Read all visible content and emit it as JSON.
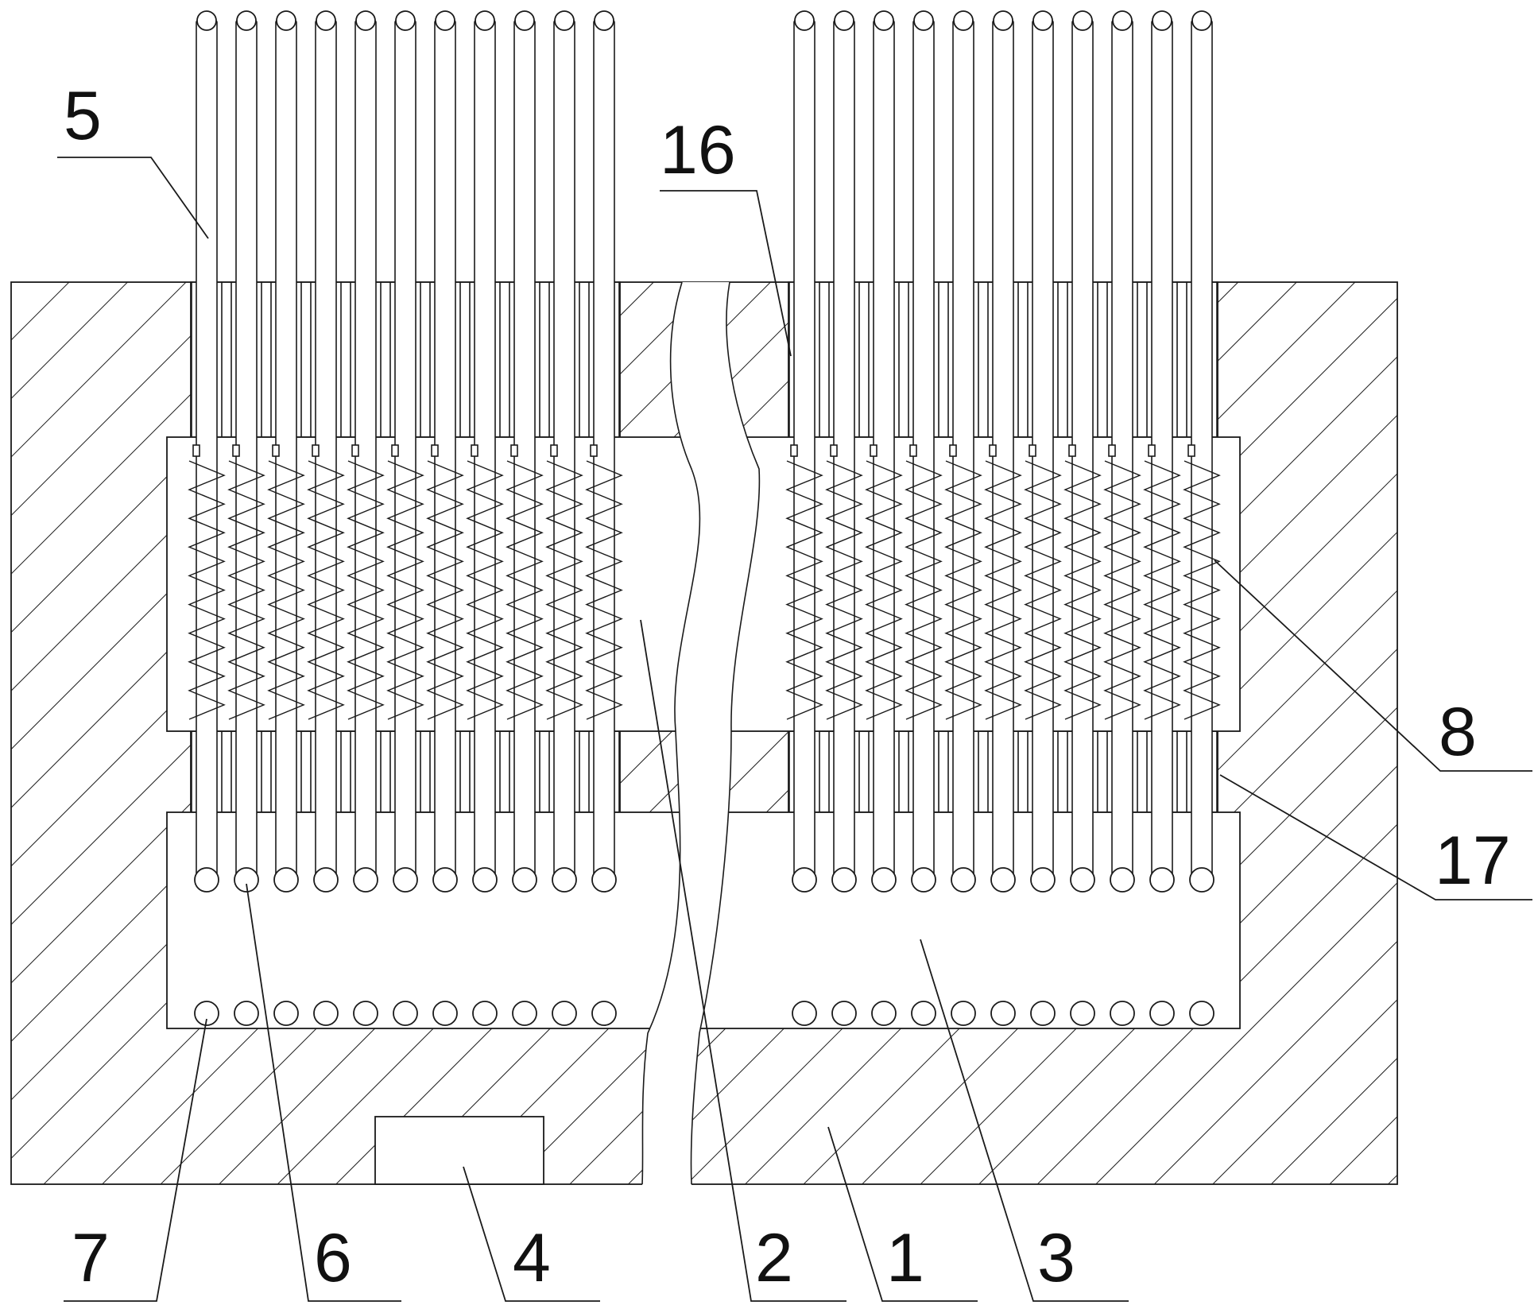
{
  "figure": {
    "callouts": [
      {
        "id": "5",
        "text": "5"
      },
      {
        "id": "16",
        "text": "16"
      },
      {
        "id": "8",
        "text": "8"
      },
      {
        "id": "17",
        "text": "17"
      },
      {
        "id": "7",
        "text": "7"
      },
      {
        "id": "6",
        "text": "6"
      },
      {
        "id": "4",
        "text": "4"
      },
      {
        "id": "2",
        "text": "2"
      },
      {
        "id": "1",
        "text": "1"
      },
      {
        "id": "3",
        "text": "3"
      }
    ],
    "rods_per_group": 11,
    "groups": 2
  }
}
